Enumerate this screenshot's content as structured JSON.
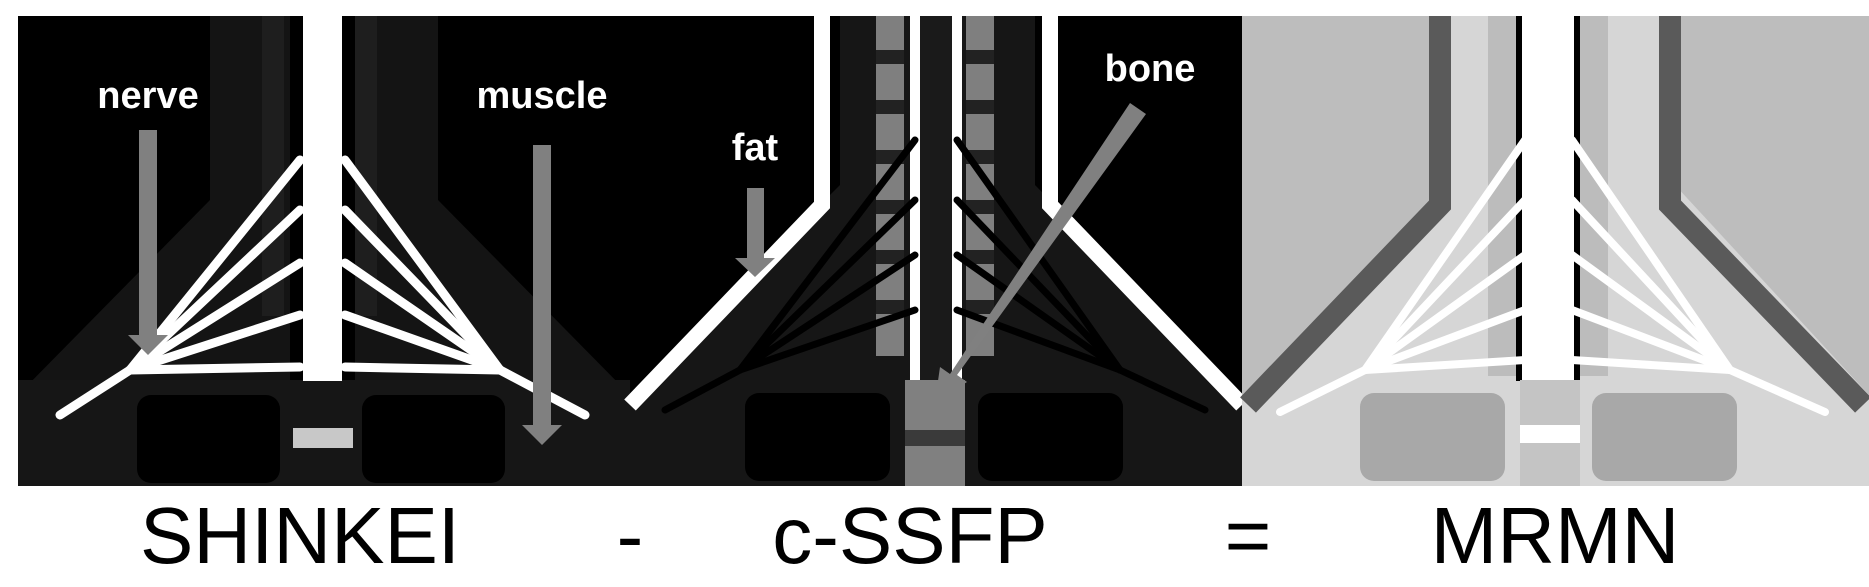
{
  "panels": [
    {
      "id": "shinkei",
      "title": "SHINKEI"
    },
    {
      "id": "cssfp",
      "title": "c-SSFP"
    },
    {
      "id": "mrmn",
      "title": "MRMN"
    }
  ],
  "operators": {
    "minus": "-",
    "equals": "="
  },
  "annotations": {
    "nerve": "nerve",
    "muscle": "muscle",
    "fat": "fat",
    "bone": "bone"
  },
  "colors": {
    "arrow": "#808080",
    "shinkei_background": "#000000",
    "cssfp_background": "#000000",
    "mrmn_background": "#bdbdbd"
  }
}
